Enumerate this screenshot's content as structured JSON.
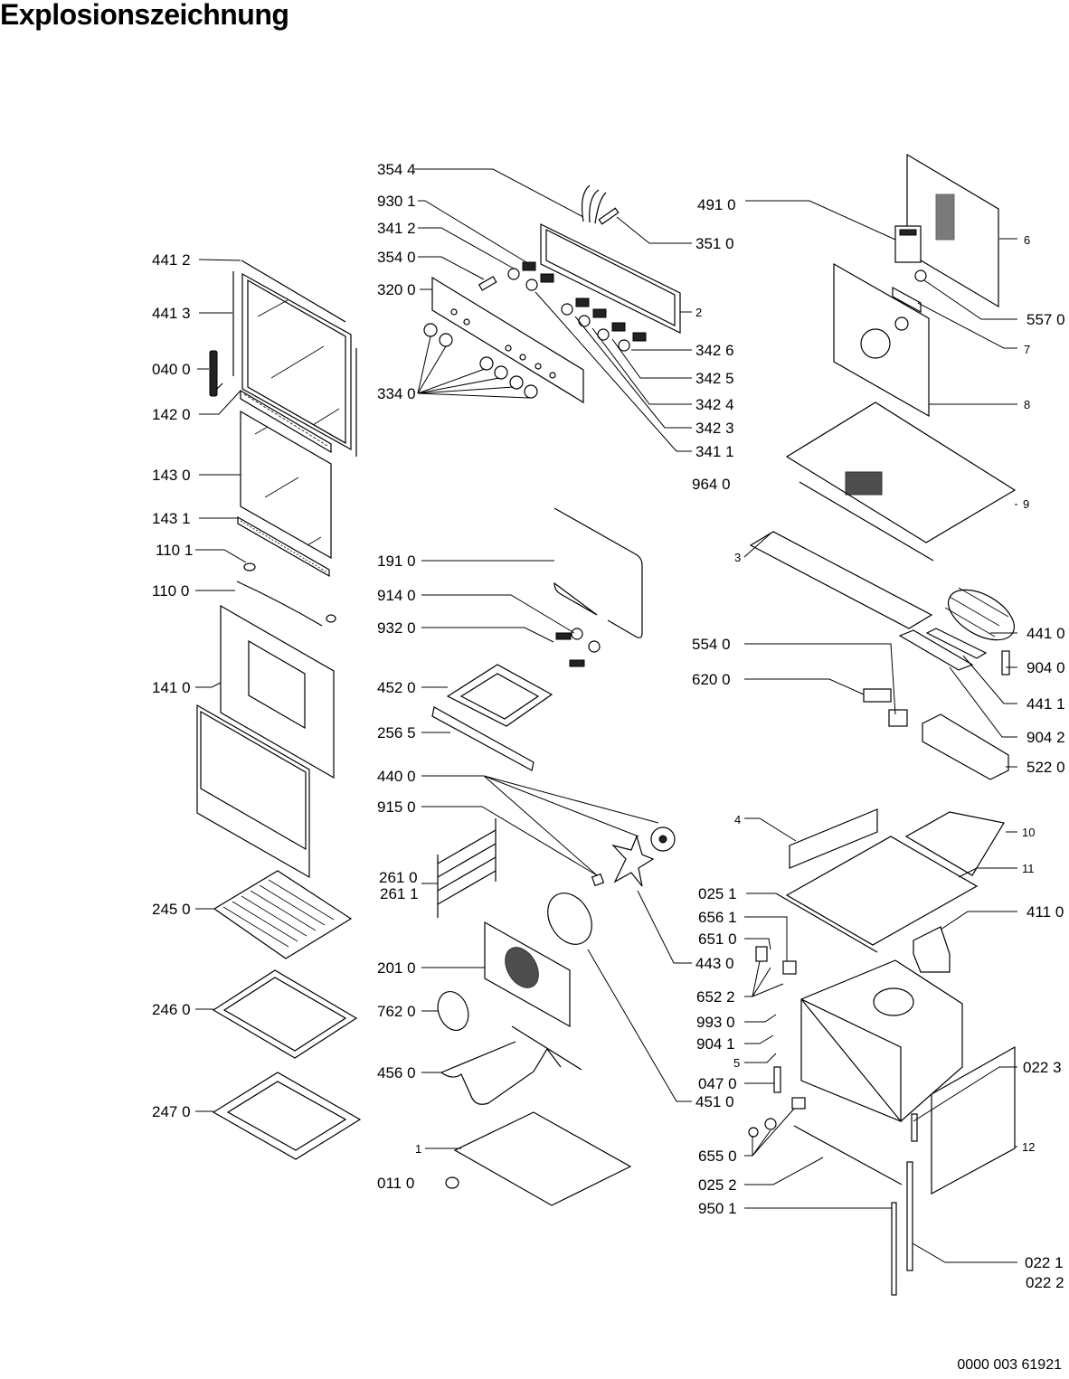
{
  "document": {
    "title": "Explosionszeichnung",
    "footer_code": "0000 003 61921"
  },
  "diagram": {
    "type": "exploded-view",
    "subject": "built-in oven",
    "labels": {
      "l_3544": "354 4",
      "l_9301": "930 1",
      "l_3412": "341 2",
      "l_3540": "354 0",
      "l_3200": "320 0",
      "l_3340": "334 0",
      "l_3510": "351 0",
      "l_2": "2",
      "l_3426": "342 6",
      "l_3425": "342 5",
      "l_3424": "342 4",
      "l_3423": "342 3",
      "l_3411": "341 1",
      "l_4910": "491 0",
      "l_6": "6",
      "l_5570": "557 0",
      "l_7": "7",
      "l_8": "8",
      "l_9640": "964 0",
      "l_9": "9",
      "l_3": "3",
      "l_4412": "441 2",
      "l_4413": "441 3",
      "l_0400": "040 0",
      "l_1420": "142 0",
      "l_1430": "143 0",
      "l_1431": "143 1",
      "l_1101": "110 1",
      "l_1100": "110 0",
      "l_1410": "141 0",
      "l_2450": "245 0",
      "l_2460": "246 0",
      "l_2470": "247 0",
      "l_1910": "191 0",
      "l_9140": "914 0",
      "l_9320": "932 0",
      "l_4520": "452 0",
      "l_2565": "256 5",
      "l_4400": "440 0",
      "l_9150": "915 0",
      "l_2610": "261 0",
      "l_2611": "261 1",
      "l_2010": "201 0",
      "l_7620": "762 0",
      "l_4560": "456 0",
      "l_1": "1",
      "l_0110": "011 0",
      "l_4430": "443 0",
      "l_4510": "451 0",
      "l_4410": "441 0",
      "l_9040": "904 0",
      "l_4411": "441 1",
      "l_9042": "904 2",
      "l_5220": "522 0",
      "l_5540": "554 0",
      "l_6200": "620 0",
      "l_4": "4",
      "l_10": "10",
      "l_11": "11",
      "l_0251": "025 1",
      "l_4110": "411 0",
      "l_6561": "656 1",
      "l_6510": "651 0",
      "l_6522": "652 2",
      "l_9930": "993 0",
      "l_9041": "904 1",
      "l_5": "5",
      "l_0470": "047 0",
      "l_0223": "022 3",
      "l_12": "12",
      "l_6550": "655 0",
      "l_0252": "025 2",
      "l_9501": "950 1",
      "l_0221": "022 1",
      "l_0222": "022 2"
    }
  }
}
